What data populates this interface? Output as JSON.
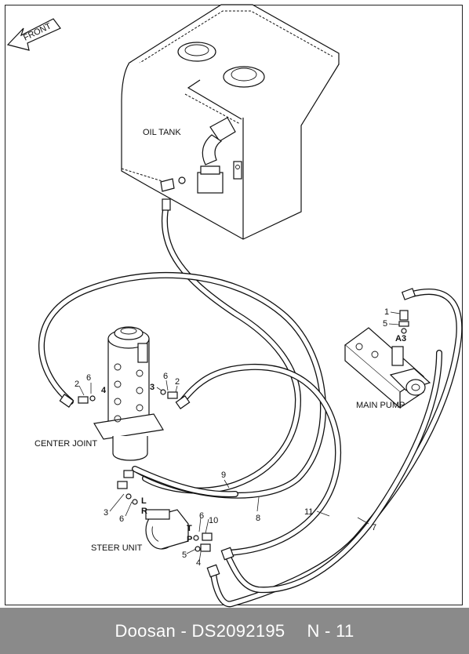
{
  "labels": {
    "front": "FRONT",
    "oil_tank": "OIL TANK",
    "center_joint": "CENTER JOINT",
    "main_pump": "MAIN PUMP",
    "steer_unit": "STEER UNIT",
    "port_a3": "A3",
    "port_t": "T",
    "port_p": "P",
    "port_l": "L",
    "port_r": "R"
  },
  "callouts": {
    "pump_1": "1",
    "pump_5": "5",
    "cj_left_2": "2",
    "cj_left_6": "6",
    "cj_left_4": "4",
    "cj_right_3": "3",
    "cj_right_6": "6",
    "cj_right_2": "2",
    "hose_9": "9",
    "hose_8": "8",
    "hose_11": "11",
    "hose_7": "7",
    "su_3": "3",
    "su_6": "6",
    "su_top_6": "6",
    "su_10": "10",
    "su_5": "5",
    "su_4": "4"
  },
  "footer": {
    "brand_part": "Doosan - DS2092195",
    "page": "N - 11"
  },
  "colors": {
    "footer_bg": "#8a8a8a",
    "footer_text": "#ffffff",
    "line": "#111111"
  }
}
